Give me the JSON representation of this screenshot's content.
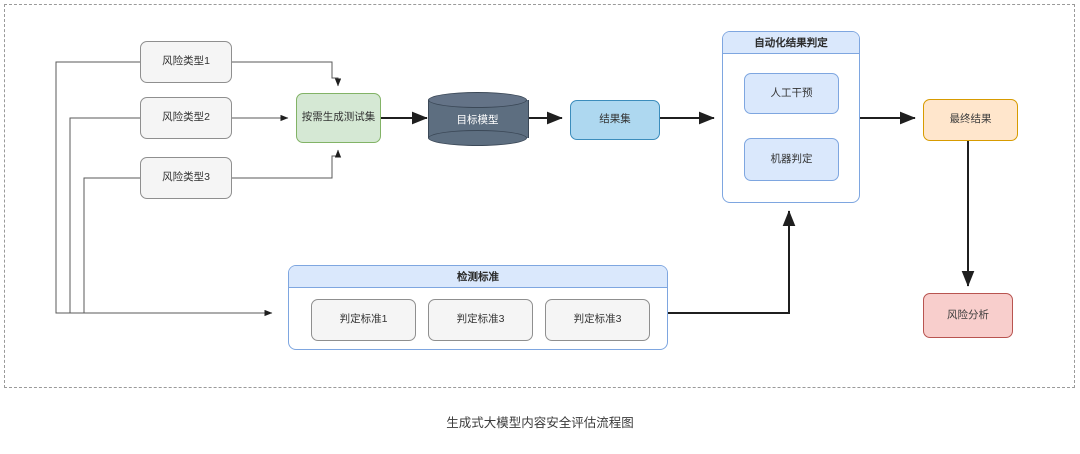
{
  "diagram": {
    "caption": "生成式大模型内容安全评估流程图",
    "risk_types": [
      {
        "label": "风险类型1"
      },
      {
        "label": "风险类型2"
      },
      {
        "label": "风险类型3"
      }
    ],
    "generator": {
      "label": "按需生成测试集"
    },
    "target_model": {
      "label": "目标模型"
    },
    "result_set": {
      "label": "结果集"
    },
    "judgment_panel": {
      "title": "自动化结果判定",
      "items": [
        {
          "label": "人工干预"
        },
        {
          "label": "机器判定"
        }
      ]
    },
    "criteria_panel": {
      "title": "检测标准",
      "items": [
        {
          "label": "判定标准1"
        },
        {
          "label": "判定标准3"
        },
        {
          "label": "判定标准3"
        }
      ]
    },
    "final_result": {
      "label": "最终结果"
    },
    "risk_analysis": {
      "label": "风险分析"
    }
  },
  "colors": {
    "grey_fill": "#f5f5f5",
    "grey_stroke": "#8f8f8f",
    "green_fill": "#d5e8d4",
    "green_stroke": "#82b366",
    "blue_fill": "#aed8f0",
    "blue_stroke": "#3c8dbc",
    "lightblue_fill": "#dae8fc",
    "lightblue_stroke": "#7ea6e0",
    "amber_fill": "#ffe6cc",
    "amber_stroke": "#d79b00",
    "pink_fill": "#f8cecc",
    "pink_stroke": "#b85450",
    "cylinder_fill": "#5d6e80",
    "arrow": "#1f1f1f"
  }
}
